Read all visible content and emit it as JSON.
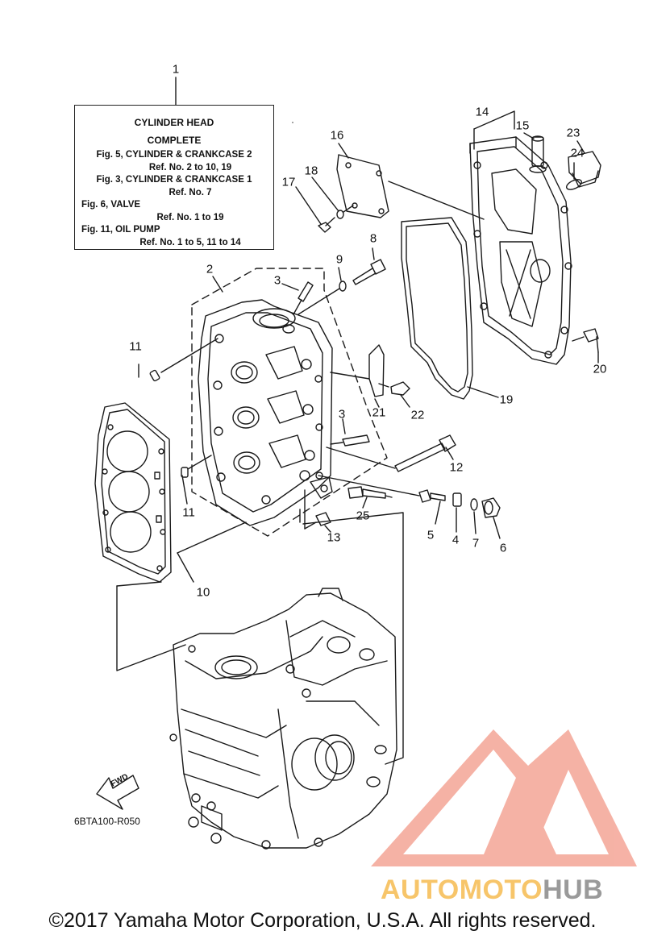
{
  "info_box": {
    "title1": "CYLINDER HEAD",
    "title2": "COMPLETE",
    "lines": [
      {
        "fig": "Fig. 5, CYLINDER & CRANKCASE 2",
        "ref": "Ref. No. 2 to 10, 19"
      },
      {
        "fig": "Fig. 3, CYLINDER & CRANKCASE 1",
        "ref": "Ref. No. 7"
      },
      {
        "fig": "Fig. 6, VALVE",
        "ref": "Ref. No. 1 to 19"
      },
      {
        "fig": "Fig. 11, OIL PUMP",
        "ref": "Ref. No. 1 to 5, 11 to 14"
      }
    ]
  },
  "callouts": [
    {
      "id": "c1",
      "label": "1"
    },
    {
      "id": "c2",
      "label": "2"
    },
    {
      "id": "c3a",
      "label": "3"
    },
    {
      "id": "c3b",
      "label": "3"
    },
    {
      "id": "c4",
      "label": "4"
    },
    {
      "id": "c5",
      "label": "5"
    },
    {
      "id": "c6",
      "label": "6"
    },
    {
      "id": "c7",
      "label": "7"
    },
    {
      "id": "c8",
      "label": "8"
    },
    {
      "id": "c9",
      "label": "9"
    },
    {
      "id": "c10",
      "label": "10"
    },
    {
      "id": "c11a",
      "label": "11"
    },
    {
      "id": "c11b",
      "label": "11"
    },
    {
      "id": "c12",
      "label": "12"
    },
    {
      "id": "c13",
      "label": "13"
    },
    {
      "id": "c14",
      "label": "14"
    },
    {
      "id": "c15",
      "label": "15"
    },
    {
      "id": "c16",
      "label": "16"
    },
    {
      "id": "c17",
      "label": "17"
    },
    {
      "id": "c18",
      "label": "18"
    },
    {
      "id": "c19",
      "label": "19"
    },
    {
      "id": "c20",
      "label": "20"
    },
    {
      "id": "c21",
      "label": "21"
    },
    {
      "id": "c22",
      "label": "22"
    },
    {
      "id": "c23",
      "label": "23"
    },
    {
      "id": "c24",
      "label": "24"
    },
    {
      "id": "c25",
      "label": "25"
    }
  ],
  "fwd_label": "FWD",
  "part_code": "6BTA100-R050",
  "watermark": {
    "part1": "AUTOMOTO",
    "part2": "HUB",
    "color_primary": "#f0a090",
    "color_secondary": "#f7c56a",
    "color_tertiary": "#9a9a9a"
  },
  "copyright": "©2017 Yamaha Motor Corporation, U.S.A. All rights reserved."
}
